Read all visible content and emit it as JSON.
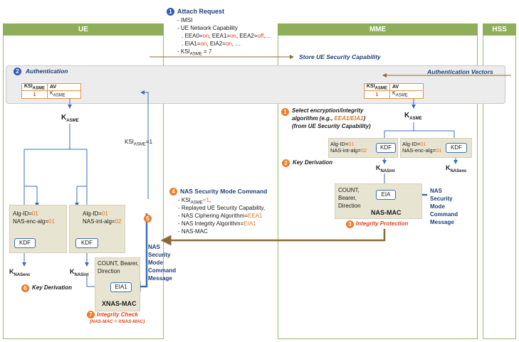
{
  "columns": {
    "ue": "UE",
    "mme": "MME",
    "hss": "HSS"
  },
  "attach": {
    "step": "1",
    "title": "Attach Request",
    "lines": [
      "- IMSI",
      "- UE Network Capability"
    ],
    "eea_parts": [
      ". EEA0=",
      "on",
      ", EEA1=",
      "on",
      ", EEA2=",
      "off",
      ",…"
    ],
    "eia_parts": [
      ". EIA1=",
      "on",
      ", EIA2=",
      "on",
      ", …"
    ],
    "ksi_prefix": "- KSI",
    "ksi_sub": "ASME",
    "ksi_suffix": " = 7"
  },
  "store_cap": "Store UE Security Capability",
  "auth": {
    "step": "2",
    "title": "Authentication",
    "vectors": "Authentication Vectors"
  },
  "ksi_table": {
    "h1": "KSI",
    "h1_sub": "ASME",
    "h2": "AV",
    "v1": "1",
    "v2": "K",
    "v2_sub": "ASME"
  },
  "k": {
    "asme": "K",
    "asme_sub": "ASME",
    "nas_int": "K",
    "nas_int_sub": "NASint",
    "nas_enc": "K",
    "nas_enc_sub": "NASenc"
  },
  "ksi_arrow": {
    "prefix": "KSI",
    "sub": "ASME",
    "suffix": "=1"
  },
  "select_alg": {
    "step": "1",
    "line1": "Select encryption/integrity",
    "line2a": "algorithm (e.g., ",
    "line2b": "EEA1/EIA1",
    ")": ")",
    "line3": "(from UE Security Capability)"
  },
  "key_derivation": {
    "step_mme": "2",
    "step_ue": "6",
    "label": "Key Derivation"
  },
  "mme_kdf_int": {
    "l1a": "Alg-ID=",
    "l1b": "01",
    "l2a": "NAS-int-alg=",
    "l2b": "02",
    "kdf": "KDF"
  },
  "mme_kdf_enc": {
    "l1a": "Alg-ID=",
    "l1b": "01",
    "l2a": "NAS-enc-alg=",
    "l2b": "01",
    "kdf": "KDF"
  },
  "ue_kdf_enc": {
    "l1a": "Alg-ID=",
    "l1b": "01",
    "l2a": "NAS-enc-alg=",
    "l2b": "01",
    "kdf": "KDF"
  },
  "ue_kdf_int": {
    "l1a": "Alg-ID=",
    "l1b": "01",
    "l2a": "NAS-int-alg=",
    "l2b": "02",
    "kdf": "KDF"
  },
  "mme_mac": {
    "inputs": [
      "COUNT,",
      "Bearer,",
      "Direction"
    ],
    "eia": "EIA",
    "out": "NAS-MAC",
    "step": "3",
    "protect": "Integrity Protection"
  },
  "nas_msg_mme": [
    "NAS",
    "Security",
    "Mode",
    "Command",
    "Message"
  ],
  "smc": {
    "step": "4",
    "title": "NAS Security Mode Command",
    "ksi_prefix": "- KSI",
    "ksi_sub": "ASME",
    "ksi_val": "=1",
    ",": ",",
    "replay": "- Replayed UE Security Capability,",
    "cipher_a": "- NAS Ciphering Algorithm=",
    "cipher_b": "EEA1",
    "integ_a": "- NAS Integrity Algorithm=",
    "integ_b": "EIA1",
    "mac": "- NAS-MAC"
  },
  "step5": "5",
  "nas_msg_ue": [
    "NAS",
    "Security",
    "Mode",
    "Command",
    "Message"
  ],
  "ue_mac": {
    "inputs": [
      "COUNT, Bearer,",
      "Direction"
    ],
    "eia": "EIA1",
    "out": "XNAS-MAC",
    "step": "7",
    "check": "Integrity Check",
    "check_sub": "(NAS-MAC = XNAS-MAC)"
  }
}
